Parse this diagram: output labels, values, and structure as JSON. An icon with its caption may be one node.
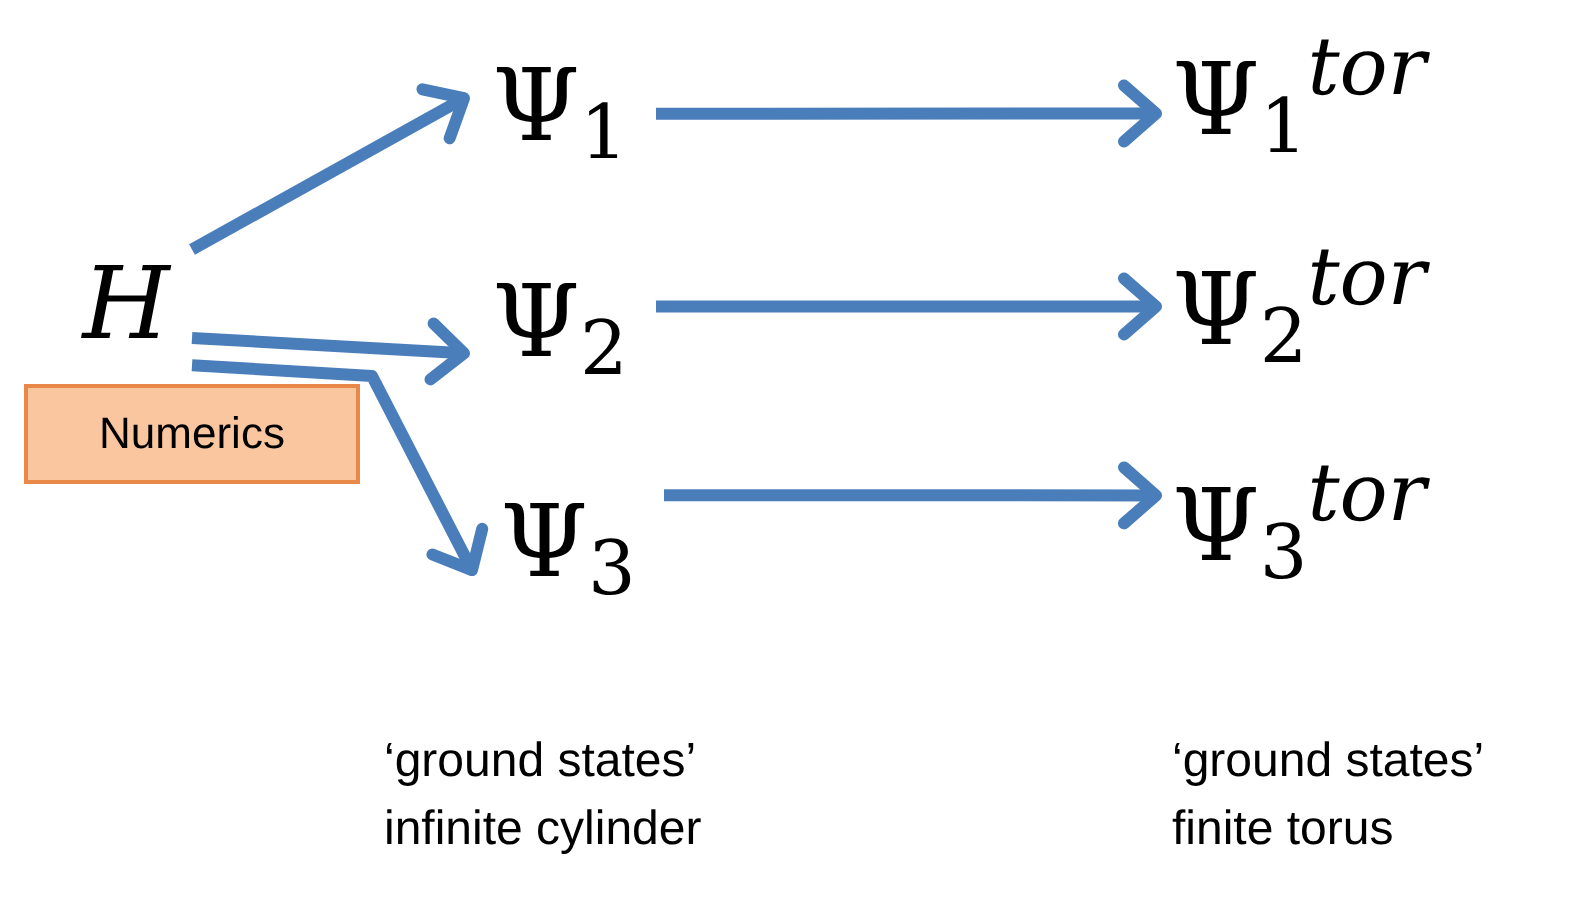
{
  "diagram": {
    "nodes": [
      {
        "text": [
          "H"
        ]
      },
      {
        "text": [
          "Numerics"
        ]
      },
      {
        "text": [
          "Ψ$_{1}$"
        ]
      },
      {
        "text": [
          "Ψ$_{2}$"
        ]
      },
      {
        "text": [
          "Ψ$_{3}$"
        ]
      },
      {
        "text": [
          "Ψ$_{1}$$^{tor}$"
        ]
      },
      {
        "text": [
          "Ψ$_{2}$$^{tor}$"
        ]
      },
      {
        "text": [
          "Ψ$_{3}$$^{tor}$"
        ]
      }
    ],
    "edges": [
      {
        "from": 0,
        "to": 2,
        "arrow": "to"
      },
      {
        "from": 0,
        "to": 3,
        "arrow": "to"
      },
      {
        "from": 0,
        "to": 4,
        "arrow": "to"
      },
      {
        "from": 2,
        "to": 5,
        "arrow": "to"
      },
      {
        "from": 3,
        "to": 6,
        "arrow": "to"
      },
      {
        "from": 4,
        "to": 7,
        "arrow": "to"
      }
    ],
    "labels": [
      "‘ground states’ infinite cylinder",
      "‘ground states’ finite torus"
    ]
  }
}
